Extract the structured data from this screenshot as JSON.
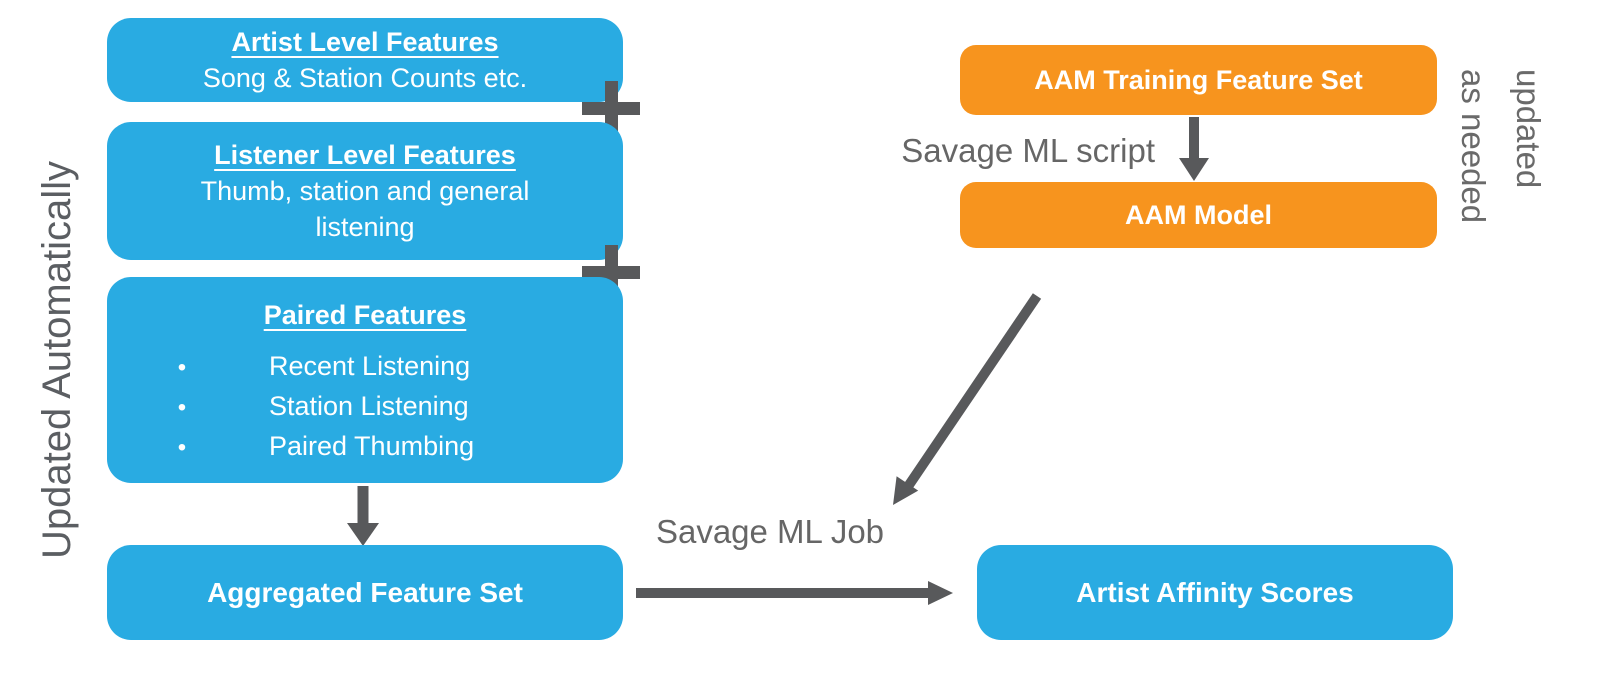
{
  "diagram": {
    "left": {
      "rotated_label": "Updated Automatically",
      "boxes": [
        {
          "title": "Artist Level Features",
          "subtitle": "Song & Station Counts etc."
        },
        {
          "title": "Listener Level Features",
          "subtitle": "Thumb, station and general listening"
        },
        {
          "title": "Paired Features",
          "bullets": [
            "Recent Listening",
            "Station Listening",
            "Paired Thumbing"
          ]
        }
      ],
      "aggregated_label": "Aggregated Feature Set"
    },
    "right": {
      "training_label": "AAM Training Feature Set",
      "model_label": "AAM Model",
      "script_arrow_label": "Savage ML script",
      "rotated_label": {
        "line1": "updated",
        "line2": "as needed"
      }
    },
    "bottom": {
      "job_arrow_label": "Savage ML Job",
      "scores_label": "Artist Affinity Scores"
    },
    "colors": {
      "box_blue": "#29ABE2",
      "box_orange": "#F7941E",
      "arrow_gray": "#58595B",
      "label_gray": "#666666"
    }
  }
}
